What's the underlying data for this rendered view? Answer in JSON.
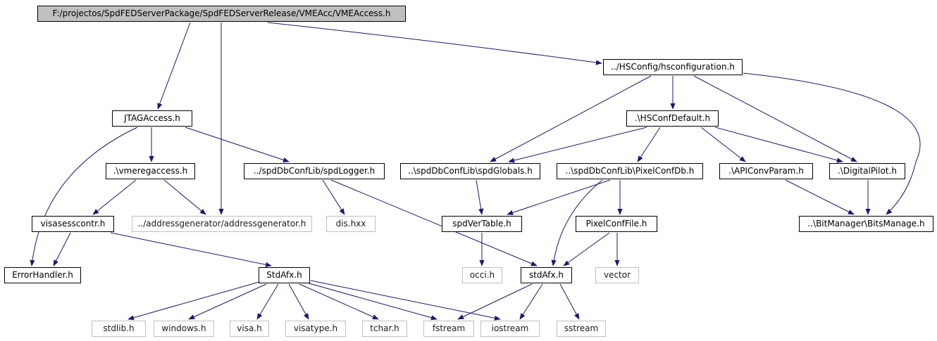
{
  "colors": {
    "edge": "#191970",
    "external_border": "#bfbfbf",
    "root_fill": "#bfbfbf"
  },
  "nodes": {
    "vmeaccess": "F:/projectos/SpdFEDServerPackage/SpdFEDServerRelease/VMEAcc/VMEAccess.h",
    "hsconfiguration": "../HSConfig/hsconfiguration.h",
    "jtagaccess": "JTAGAccess.h",
    "hsconfdefault": ".\\HSConfDefault.h",
    "vmeregaccess": ".\\vmeregaccess.h",
    "spdlogger": "../spdDbConfLib/spdLogger.h",
    "spdglobals": "..\\spdDbConfLib\\spdGlobals.h",
    "pixelconfdb": "..\\spdDbConfLib\\PixelConfDb.h",
    "apiconvparam": ".\\APIConvParam.h",
    "digitalpilot": ".\\DigitalPilot.h",
    "visasesscontr": "visasesscontr.h",
    "addressgenerator": "../addressgenerator/addressgenerator.h",
    "dis": "dis.hxx",
    "spdvertable": "spdVerTable.h",
    "pixelconffile": "PixelConfFile.h",
    "bitsmanage": "..\\BitManager\\BitsManage.h",
    "errorhandler": "ErrorHandler.h",
    "stdafx_upper": "StdAfx.h",
    "occi": "occi.h",
    "stdafx_lower": "stdAfx.h",
    "vector": "vector",
    "stdlib": "stdlib.h",
    "windows": "windows.h",
    "visa": "visa.h",
    "visatype": "visatype.h",
    "tchar": "tchar.h",
    "fstream": "fstream",
    "iostream": "iostream",
    "sstream": "sstream"
  }
}
